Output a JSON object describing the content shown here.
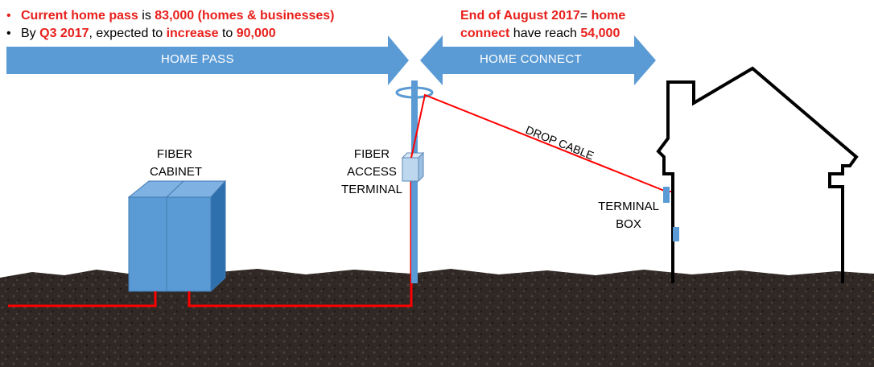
{
  "bullets": [
    {
      "parts": [
        {
          "text": "Current home pass",
          "style": "red"
        },
        {
          "text": " is ",
          "style": "plain"
        },
        {
          "text": "83,000",
          "style": "red"
        },
        {
          "text": " ",
          "style": "plain"
        },
        {
          "text": "(homes  & businesses)",
          "style": "red"
        }
      ]
    },
    {
      "parts": [
        {
          "text": "By ",
          "style": "plain"
        },
        {
          "text": "Q3 2017",
          "style": "red"
        },
        {
          "text": ", expected to ",
          "style": "plain"
        },
        {
          "text": "increase",
          "style": "red"
        },
        {
          "text": " to  ",
          "style": "plain"
        },
        {
          "text": "90,000",
          "style": "red"
        }
      ]
    }
  ],
  "connect_stat": {
    "line1": {
      "bold": "End of August 2017",
      "plain": "= ",
      "bold2": "home"
    },
    "line2": {
      "bold": "connect",
      "plain": " have reach ",
      "bold2": "54,000"
    }
  },
  "arrows": {
    "home_pass": "HOME PASS",
    "home_connect": "HOME CONNECT"
  },
  "labels": {
    "fiber_cabinet": [
      "FIBER",
      "CABINET"
    ],
    "fiber_access_terminal": [
      "FIBER",
      "ACCESS",
      "TERMINAL"
    ],
    "drop_cable": "DROP CABLE",
    "terminal_box": [
      "TERMINAL",
      "BOX"
    ]
  },
  "colors": {
    "arrow_fill": "#5b9bd5",
    "highlight_red": "#e8201c",
    "cable_red": "#ff0000",
    "soil": "#2b2420"
  }
}
